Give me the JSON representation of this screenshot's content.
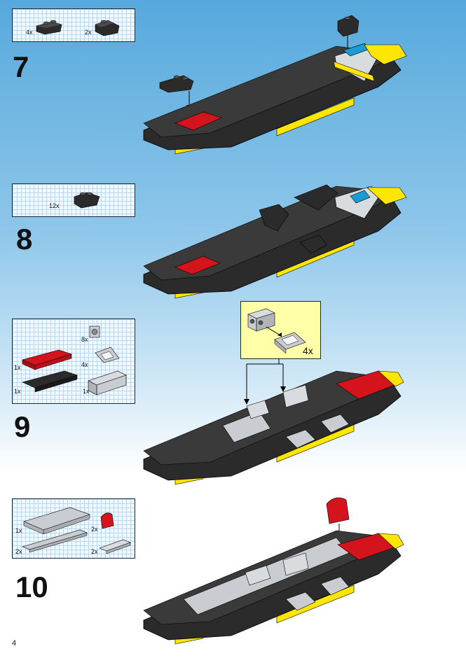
{
  "page_number": "4",
  "steps": [
    {
      "number": "7",
      "parts": [
        {
          "qty": "4x",
          "name": "black slope brick 2x3 inverted"
        },
        {
          "qty": "2x",
          "name": "black slope brick 2x2"
        }
      ]
    },
    {
      "number": "8",
      "parts": [
        {
          "qty": "12x",
          "name": "black slope brick 2x2 inverted"
        }
      ]
    },
    {
      "number": "9",
      "parts": [
        {
          "qty": "8x",
          "name": "light gray brick 1x1 with headlight"
        },
        {
          "qty": "4x",
          "name": "light gray windscreen 2x2"
        },
        {
          "qty": "1x",
          "name": "red plate 2x4"
        },
        {
          "qty": "1x",
          "name": "black plate 2x6"
        },
        {
          "qty": "1x",
          "name": "light gray brick 1x4"
        }
      ],
      "callout": {
        "qty": "4x"
      }
    },
    {
      "number": "10",
      "parts": [
        {
          "qty": "1x",
          "name": "light gray plate 4x6"
        },
        {
          "qty": "2x",
          "name": "red curved slope"
        },
        {
          "qty": "2x",
          "name": "light gray plate 1x8"
        },
        {
          "qty": "2x",
          "name": "light gray tile 1x4"
        }
      ]
    }
  ],
  "colors": {
    "black_brick": "#2b2b2b",
    "red_brick": "#d4141c",
    "yellow_brick": "#ffe600",
    "gray_brick": "#c9cdd1",
    "blue_brick": "#1c9ad6",
    "callout_bg": "#ffffa8"
  }
}
